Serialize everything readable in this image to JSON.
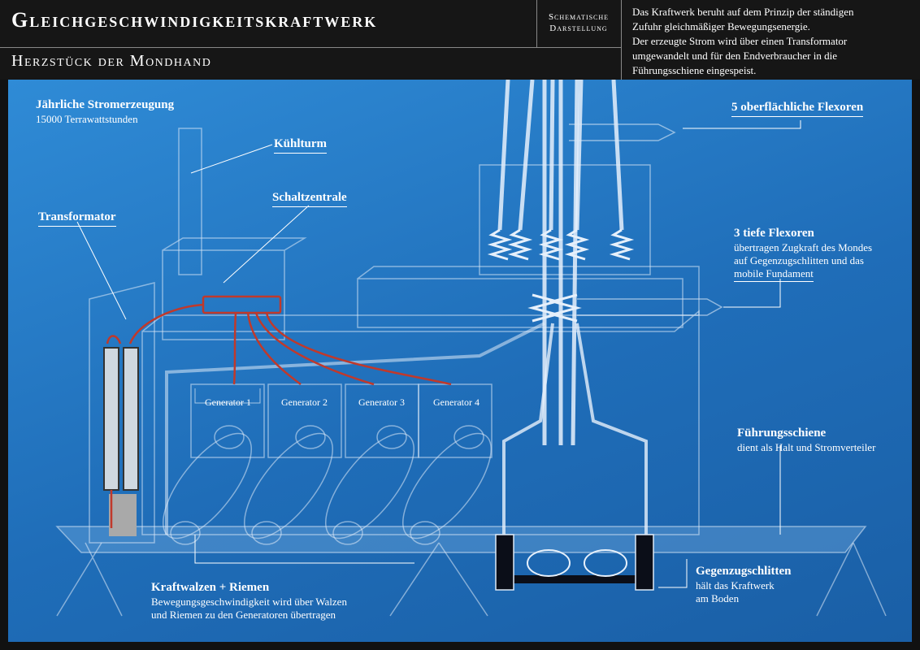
{
  "header": {
    "title": "Gleichgeschwindigkeitskraftwerk",
    "subtitle": "Herzstück der Mondhand",
    "tag_line1": "Schematische",
    "tag_line2": "Darstellung",
    "intro_lines": [
      "Das Kraftwerk beruht auf dem Prinzip der ständigen",
      "Zufuhr gleichmäßiger Bewegungsenergie.",
      "Der erzeugte Strom wird über einen Transformator",
      "umgewandelt und für den Endverbraucher in die",
      "Führungsschiene eingespeist."
    ]
  },
  "labels": {
    "annual_title": "Jährliche Stromerzeugung",
    "annual_value": "15000 Terrawattstunden",
    "cooling_tower": "Kühlturm",
    "control_center": "Schaltzentrale",
    "transformer": "Transformator",
    "surface_flexors": "5 oberflächliche Flexoren",
    "deep_flexors_title": "3 tiefe Flexoren",
    "deep_flexors_line1": "übertragen Zugkraft des Mondes",
    "deep_flexors_line2": "auf Gegenzugschlitten und das",
    "deep_flexors_line3": "mobile Fundament",
    "rail_title": "Führungsschiene",
    "rail_desc": "dient als Halt und Stromverteiler",
    "rollers_title": "Kraftwalzen + Riemen",
    "rollers_line1": "Bewegungsgeschwindigkeit wird über Walzen",
    "rollers_line2": "und Riemen zu den Generatoren übertragen",
    "sled_title": "Gegenzugschlitten",
    "sled_line1": "hält das Kraftwerk",
    "sled_line2": "am Boden"
  },
  "generators": [
    "Generator 1",
    "Generator 2",
    "Generator 3",
    "Generator 4"
  ],
  "colors": {
    "background": "#111111",
    "blueprint": "#2a80cc",
    "outline": "#dce9f7",
    "cable": "#c0392b",
    "sled": "#0b0e18"
  }
}
